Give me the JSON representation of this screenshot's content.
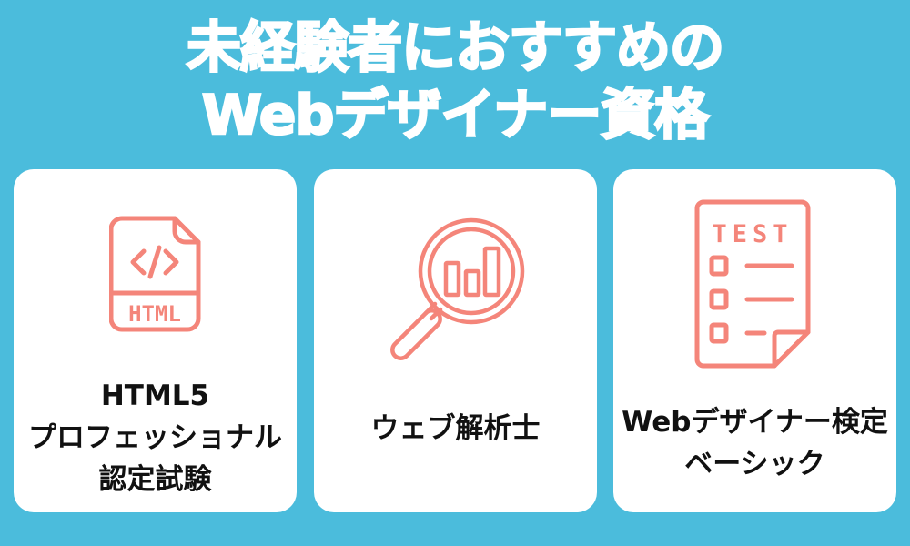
{
  "header": {
    "title_line1": "未経験者におすすめの",
    "title_line2": "Webデザイナー資格"
  },
  "colors": {
    "background": "#4bbcdc",
    "card": "#ffffff",
    "icon_accent": "#f4857a",
    "title_text": "#ffffff",
    "label_text": "#111111"
  },
  "cards": [
    {
      "icon": "html-file-icon",
      "icon_text": "HTML",
      "icon_code_glyph": "</>",
      "label_lines": [
        "HTML5",
        "プロフェッショナル",
        "認定試験"
      ]
    },
    {
      "icon": "magnifier-bar-chart-icon",
      "label_lines": [
        "ウェブ解析士"
      ]
    },
    {
      "icon": "test-paper-icon",
      "icon_text": "TEST",
      "label_lines": [
        "Webデザイナー検定",
        "ベーシック"
      ]
    }
  ]
}
